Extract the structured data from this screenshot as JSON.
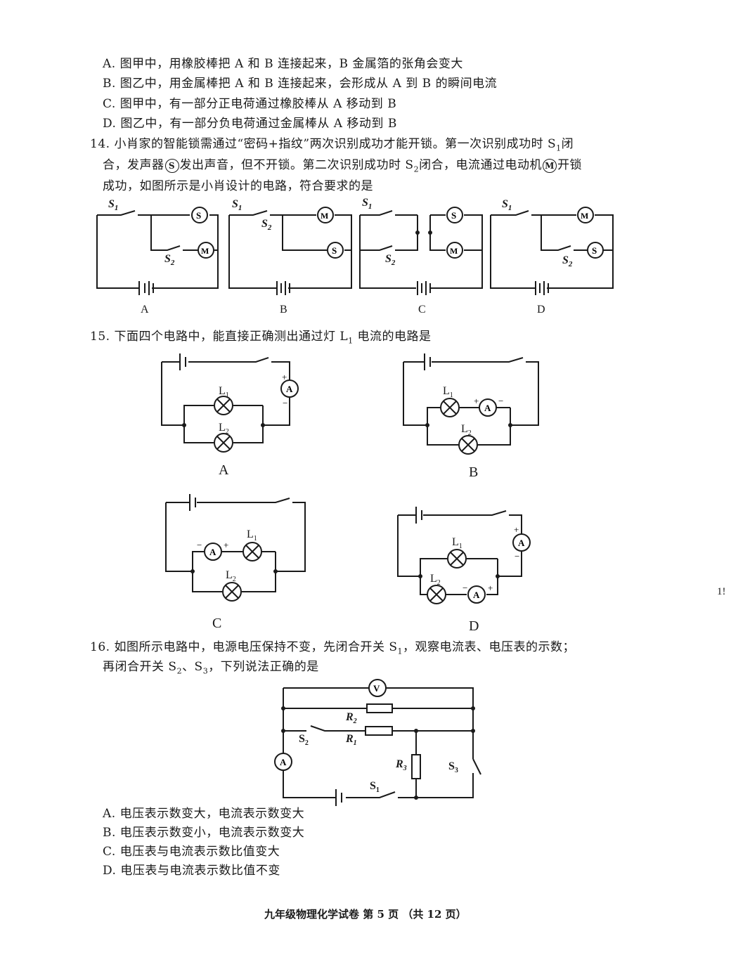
{
  "q13_options": [
    "A. 图甲中，用橡胶棒把 A 和 B 连接起来，B 金属箔的张角会变大",
    "B. 图乙中，用金属棒把 A 和 B 连接起来，会形成从 A 到 B 的瞬间电流",
    "C. 图甲中，有一部分正电荷通过橡胶棒从 A 移动到 B",
    "D. 图乙中，有一部分负电荷通过金属棒从 A 移动到 B"
  ],
  "q14": {
    "line1": "14. 小肖家的智能锁需通过“密码+指纹”两次识别成功才能开锁。第一次识别成功时 S",
    "line1_sub": "1",
    "line1_end": "闭",
    "line2_a": "合，发声器",
    "speaker_symbol": "S",
    "line2_b": "发出声音，但不开锁。第二次识别成功时 S",
    "line2_sub": "2",
    "line2_c": "闭合，电流通过电动机",
    "motor_symbol": "M",
    "line2_d": "开锁",
    "line3": "成功，如图所示是小肖设计的电路，符合要求的是",
    "choice_labels": [
      "A",
      "B",
      "C",
      "D"
    ],
    "switch1": "S",
    "switch1_sub": "1",
    "switch2": "S",
    "switch2_sub": "2"
  },
  "q15": {
    "text": "15. 下面四个电路中，能直接正确测出通过灯 L",
    "text_sub": "1",
    "text_end": " 电流的电路是",
    "choice_labels": [
      "A",
      "B",
      "C",
      "D"
    ],
    "lamp1": "L",
    "lamp1_sub": "1",
    "lamp2": "L",
    "lamp2_sub": "2",
    "ammeter": "A",
    "plus": "+",
    "minus": "−"
  },
  "q16": {
    "line1_a": "16. 如图所示电路中，电源电压保持不变，先闭合开关 S",
    "line1_sub": "1",
    "line1_b": "，观察电流表、电压表的示数；",
    "line2_a": "再闭合开关 S",
    "line2_sub1": "2",
    "line2_mid": "、S",
    "line2_sub2": "3",
    "line2_b": "，下列说法正确的是",
    "voltmeter": "V",
    "ammeter": "A",
    "r1": "R",
    "r1_sub": "1",
    "r2": "R",
    "r2_sub": "2",
    "r3": "R",
    "r3_sub": "3",
    "s1": "S",
    "s1_sub": "1",
    "s2": "S",
    "s2_sub": "2",
    "s3": "S",
    "s3_sub": "3",
    "options": [
      "A. 电压表示数变大，电流表示数变大",
      "B. 电压表示数变小，电流表示数变大",
      "C. 电压表与电流表示数比值变大",
      "D. 电压表与电流表示数比值不变"
    ]
  },
  "footer": "九年级物理化学试卷 第 5 页 （共 12 页）",
  "edge_mark": "1!"
}
